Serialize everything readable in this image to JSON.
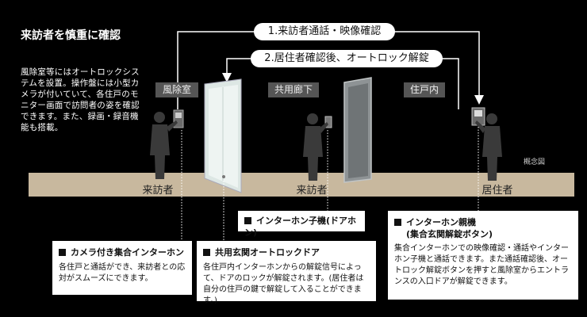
{
  "heading": "来訪者を慎重に確認",
  "intro": "風除室等にはオートロックシステムを設置。操作盤には小型カメラが付いていて、各住戸のモニター画面で訪問者の姿を確認できます。また、録画・録音機能も搭載。",
  "flows": {
    "step1": "1.来訪者通話・映像確認",
    "step2": "2.居住者確認後、オートロック解錠"
  },
  "zones": {
    "vestibule": "風除室",
    "corridor": "共用廊下",
    "unit": "住戸内"
  },
  "figure_label": "概念図",
  "persons": {
    "visitor1": "来訪者",
    "visitor2": "来訪者",
    "resident": "居住者"
  },
  "callouts": {
    "camera_intercom": {
      "title": "カメラ付き集合インターホン",
      "body": "各住戸と通話ができ、来訪者との応対がスムーズにできます。"
    },
    "autolock_door": {
      "title": "共用玄関オートロックドア",
      "body": "各住戸内インターホンからの解錠信号によって、ドアのロックが解錠されます。(居住者は自分の住戸の鍵で解錠して入ることができます。)"
    },
    "door_intercom": {
      "title": "インターホン子機(ドアホン)"
    },
    "master_intercom": {
      "title": "インターホン親機",
      "subtitle": "(集合玄関解錠ボタン)",
      "body": "集合インターホンでの映像確認・通話やインターホン子機と通話できます。また通話確認後、オートロック解錠ボタンを押すと風除室からエントランスの入口ドアが解錠できます。"
    }
  },
  "colors": {
    "floor": "#c8b89e",
    "figure": "#3a3a3a",
    "zone_label_bg": "#555555",
    "background": "#000000"
  }
}
